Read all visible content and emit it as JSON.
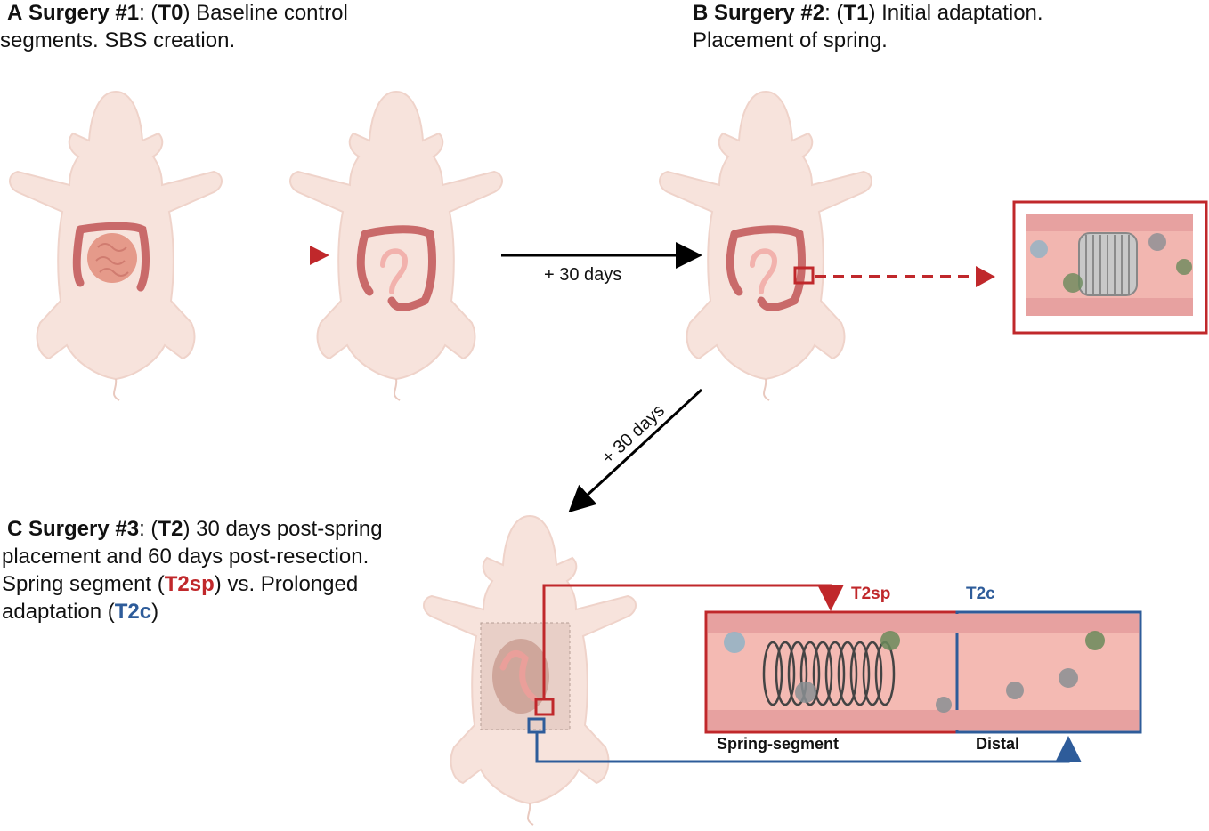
{
  "panel_a": {
    "letter": "A",
    "title": "Surgery #1",
    "sep": ": (",
    "code": "T0",
    "rest1": ") Baseline control",
    "line2": "segments. SBS creation."
  },
  "panel_b": {
    "letter": "B",
    "title": "Surgery #2",
    "sep": ": (",
    "code": "T1",
    "rest1": ") Initial adaptation.",
    "line2": "Placement of spring."
  },
  "panel_c": {
    "letter": "C",
    "title": "Surgery #3",
    "sep": ": (",
    "code": "T2",
    "rest1": ") 30 days post-spring",
    "line2": "placement and 60 days post-resection.",
    "line3_pre": "Spring segment (",
    "code_sp": "T2sp",
    "line3_post": ") vs. Prolonged",
    "line4_pre": "adaptation (",
    "code_c": "T2c",
    "line4_post": ")"
  },
  "arrows": {
    "days_1": "+ 30 days",
    "days_2": "+ 30 days"
  },
  "labels": {
    "t2sp": "T2sp",
    "t2c": "T2c",
    "spring_segment": "Spring-segment",
    "distal": "Distal"
  },
  "colors": {
    "skin": "#f7e3dc",
    "intestine": "#d98585",
    "accent_red": "#c0282b",
    "accent_blue": "#2e5c9a"
  }
}
